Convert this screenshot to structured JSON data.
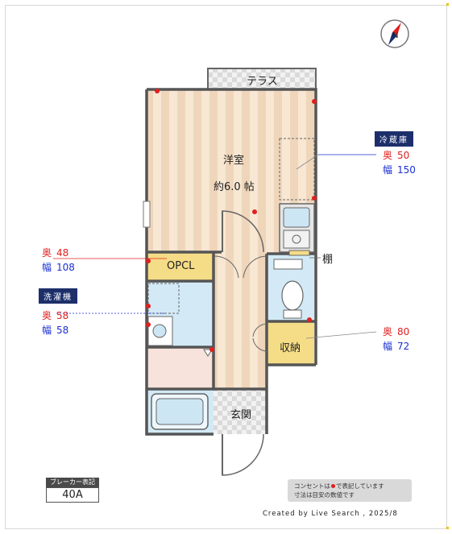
{
  "terrace_label": "テラス",
  "room": {
    "name": "洋室",
    "size": "約6.0 帖"
  },
  "rooms": {
    "opcl": "OPCL",
    "storage": "収納",
    "entrance": "玄関"
  },
  "shelf_label": "棚",
  "depth_prefix": "奥",
  "width_prefix": "幅",
  "fridge": {
    "tag": "冷蔵庫",
    "depth": "50",
    "width": "150"
  },
  "opcl_dims": {
    "depth": "48",
    "width": "108"
  },
  "washer": {
    "tag": "洗濯機",
    "depth": "58",
    "width": "58"
  },
  "storage_dims": {
    "depth": "80",
    "width": "72"
  },
  "breaker": {
    "title": "ブレーカー表記",
    "value": "40A"
  },
  "note": {
    "line1_a": "コンセントは",
    "line1_b": "で表記しています",
    "line2": "寸法は目安の数値です"
  },
  "credit": "Created by Live Search , 2025/8",
  "colors": {
    "outlet": "#e02020",
    "tag_bg": "#1d2f6b",
    "depth_text": "#e02020",
    "width_text": "#1a2fd0",
    "opcl_fill": "#f5dc86",
    "wet_fill": "#d3eaf6"
  }
}
